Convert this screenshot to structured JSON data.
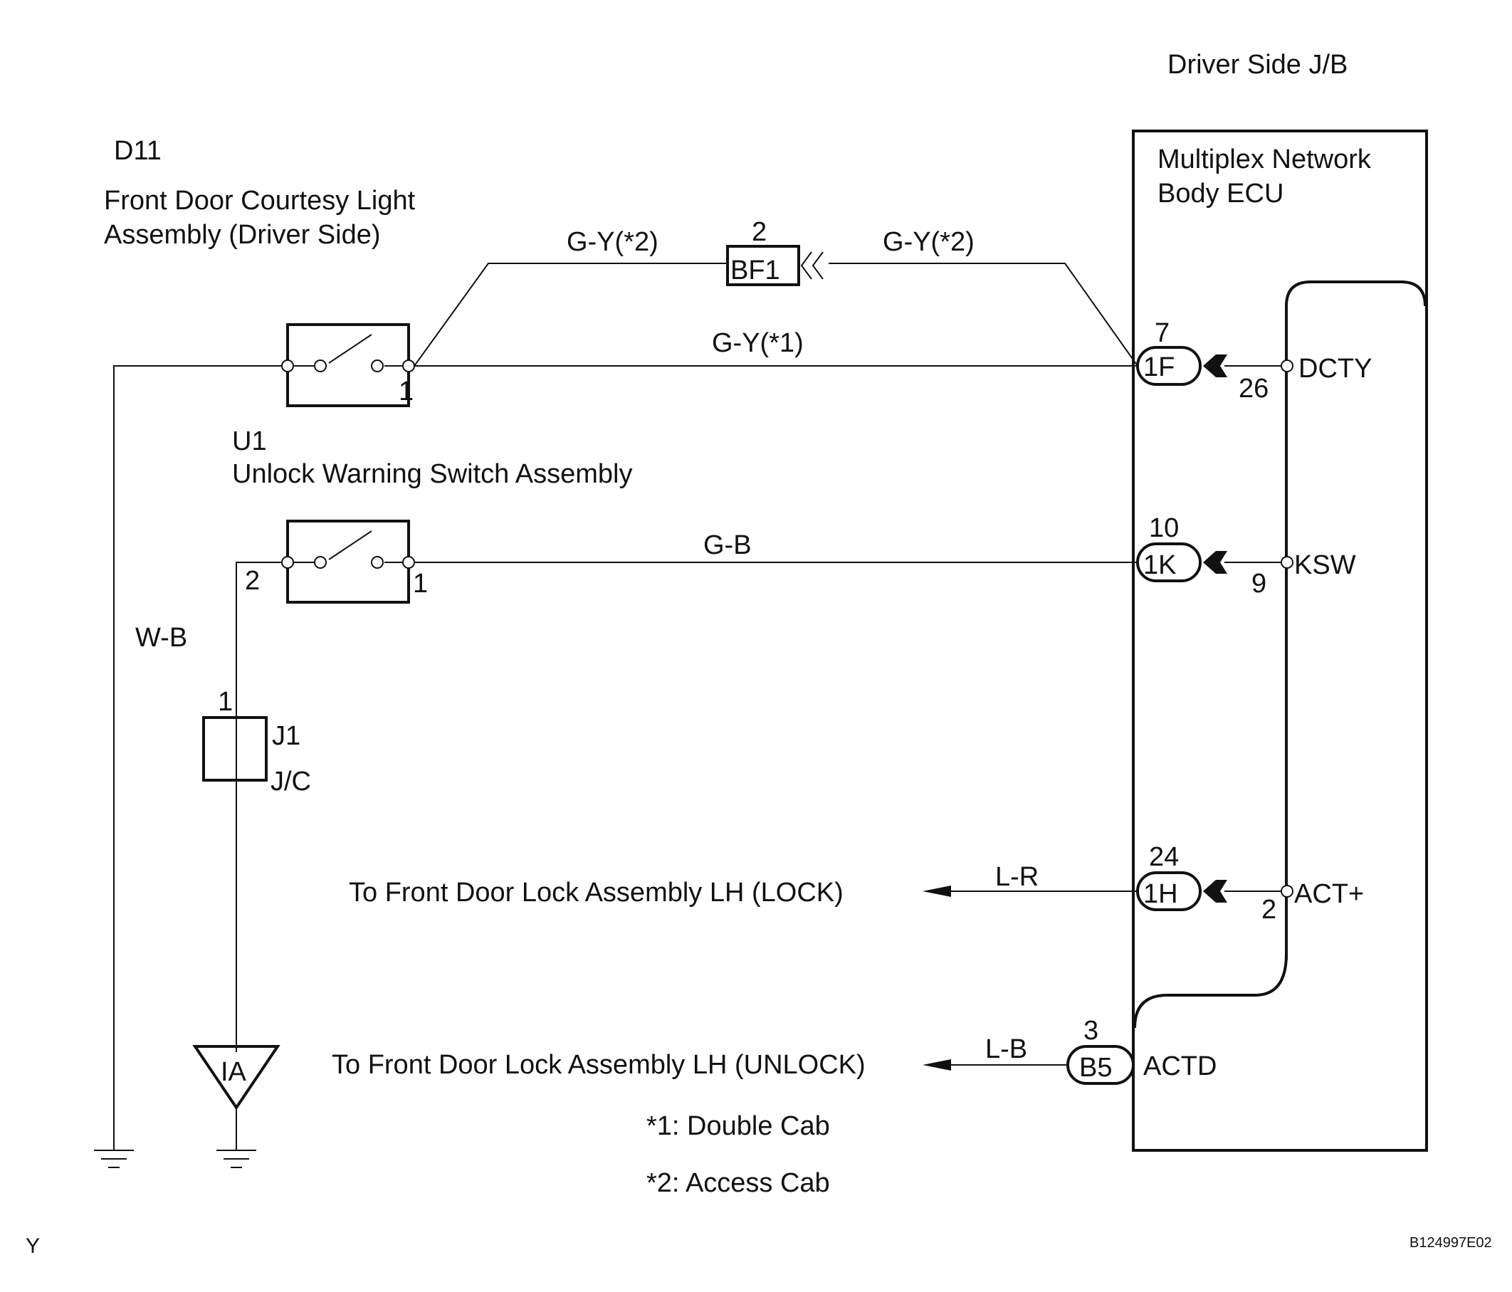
{
  "labels": {
    "jb_title": "Driver Side J/B",
    "ecu_line1": "Multiplex Network",
    "ecu_line2": "Body ECU",
    "d11_code": "D11",
    "d11_line1": "Front Door Courtesy Light",
    "d11_line2": "Assembly (Driver Side)",
    "u1_code": "U1",
    "u1_name": "Unlock Warning Switch Assembly",
    "j1_code": "J1",
    "j1_type": "J/C",
    "ground_ia": "IA",
    "to_lock": "To Front Door Lock Assembly LH (LOCK)",
    "to_unlock": "To Front Door Lock Assembly LH (UNLOCK)",
    "note1": "*1: Double Cab",
    "note2": "*2: Access Cab",
    "corner_letter": "Y",
    "figure_id": "B124997E02"
  },
  "wires": {
    "gy2_left": "G-Y(*2)",
    "gy2_right": "G-Y(*2)",
    "gy1": "G-Y(*1)",
    "gb": "G-B",
    "wb": "W-B",
    "lr": "L-R",
    "lb": "L-B"
  },
  "connectors": {
    "bf1": {
      "code": "BF1",
      "pin": "2"
    },
    "c1f": {
      "code": "1F",
      "pin": "7"
    },
    "c1k": {
      "code": "1K",
      "pin": "10"
    },
    "c1h": {
      "code": "1H",
      "pin": "24"
    },
    "b5": {
      "code": "B5",
      "pin": "3"
    },
    "j1": {
      "pin": "1"
    }
  },
  "ecu_terminals": {
    "dcty": {
      "name": "DCTY",
      "pin": "26"
    },
    "ksw": {
      "name": "KSW",
      "pin": "9"
    },
    "act_plus": {
      "name": "ACT+",
      "pin": "2"
    },
    "actd": {
      "name": "ACTD"
    }
  },
  "switch_pins": {
    "d11_right": "1",
    "u1_left": "2",
    "u1_right": "1"
  }
}
